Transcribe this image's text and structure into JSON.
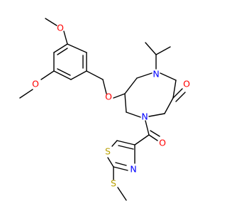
{
  "molecule": {
    "atoms": {
      "o_methoxy_top": "O",
      "o_methoxy_bottom": "O",
      "o_ether": "O",
      "o_ring_carbonyl": "O",
      "n_ring_top": "N",
      "n_ring_bottom": "N",
      "o_amide": "O",
      "s_thiazole": "S",
      "n_thiazole": "N",
      "s_methylthio": "S"
    },
    "colors": {
      "bond": "#000000",
      "oxygen": "#ff0000",
      "nitrogen": "#0000ff",
      "sulfur": "#b8a000"
    }
  }
}
